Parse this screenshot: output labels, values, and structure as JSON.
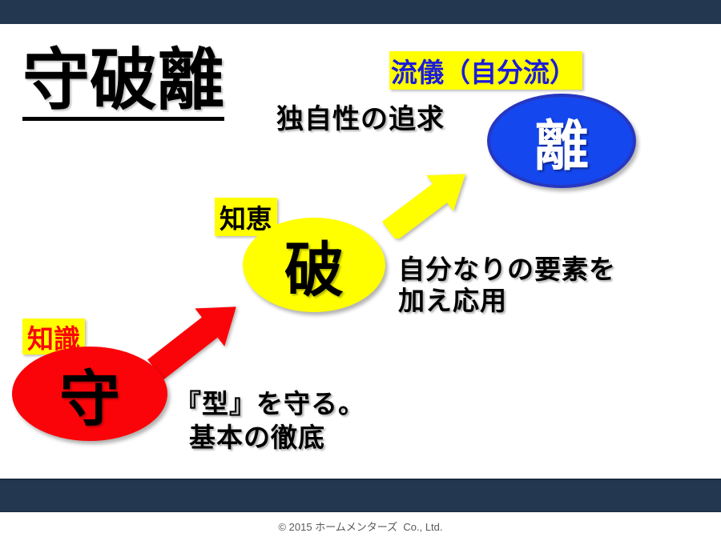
{
  "colors": {
    "navy": "#243750",
    "red": "#FB0409",
    "yellow": "#FFFF00",
    "blueFill": "#1447EE",
    "blueBorder": "#2737C0",
    "blueText": "#1C1CD8",
    "footerGray": "#595959",
    "black": "#000000",
    "white": "#FFFFFF"
  },
  "header": {
    "title": "守破離"
  },
  "stages": {
    "ri": {
      "tag": "流儀（自分流）",
      "char": "離",
      "desc": "独自性の追求"
    },
    "ha": {
      "tag": "知恵",
      "char": "破",
      "desc_line1": "自分なりの要素を",
      "desc_line2": "加え応用"
    },
    "shu": {
      "tag": "知識",
      "char": "守",
      "desc_line1": "『型』を守る。",
      "desc_line2": "基本の徹底"
    }
  },
  "footer": {
    "copyright": "© 2015 ホームメンターズ  Co., Ltd."
  }
}
